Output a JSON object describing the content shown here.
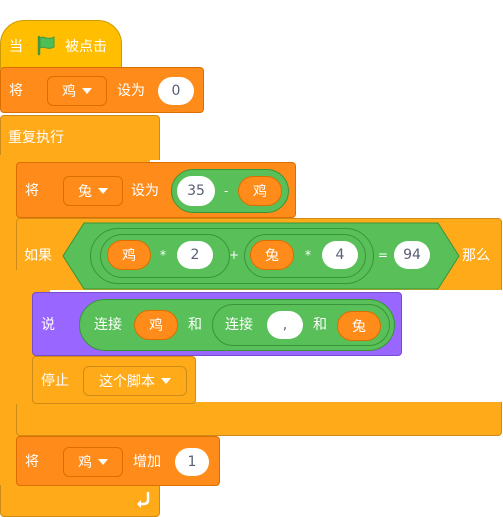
{
  "script": {
    "hat": {
      "when": "当",
      "clicked": "被点击",
      "flag_icon": "green-flag-icon"
    },
    "set_chicken": {
      "set": "将",
      "var": "鸡",
      "to": "设为",
      "value": "0"
    },
    "forever": {
      "label": "重复执行"
    },
    "set_rabbit": {
      "set": "将",
      "var": "兔",
      "to": "设为",
      "minuend": "35",
      "minus": "-",
      "subtrahend": "鸡"
    },
    "if": {
      "label": "如果",
      "then": "那么",
      "a_var": "鸡",
      "times1": "*",
      "a_mult": "2",
      "plus": "+",
      "b_var": "兔",
      "times2": "*",
      "b_mult": "4",
      "equals": "=",
      "target": "94"
    },
    "say": {
      "label": "说",
      "join1": "连接",
      "join1_var": "鸡",
      "and1": "和",
      "join2": "连接",
      "comma": ",",
      "and2": "和",
      "join2_var": "兔"
    },
    "stop": {
      "label": "停止",
      "option": "这个脚本"
    },
    "change": {
      "set": "将",
      "var": "鸡",
      "by": "增加",
      "value": "1"
    },
    "loop_arrow_icon": "loop-arrow-icon"
  }
}
